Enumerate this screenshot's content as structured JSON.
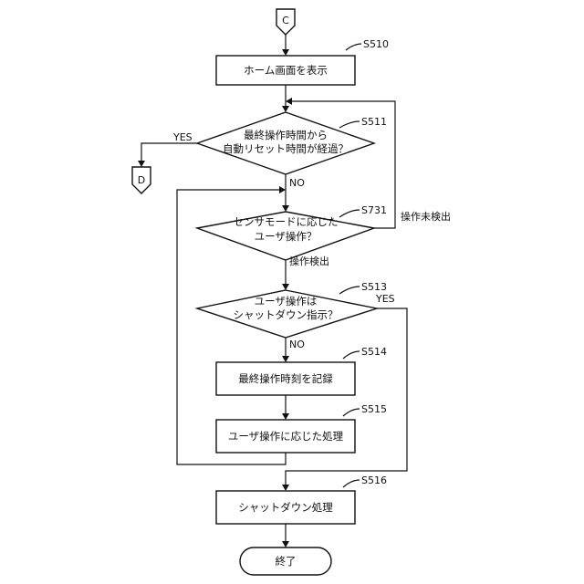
{
  "connectors": {
    "start": "C",
    "exit": "D"
  },
  "steps": {
    "s510": {
      "id": "S510",
      "text": "ホーム画面を表示"
    },
    "s511": {
      "id": "S511",
      "line1": "最終操作時間から",
      "line2": "自動リセット時間が経過？"
    },
    "s731": {
      "id": "S731",
      "line1": "センサモードに応じた",
      "line2": "ユーザ操作？"
    },
    "s513": {
      "id": "S513",
      "line1": "ユーザ操作は",
      "line2": "シャットダウン指示？"
    },
    "s514": {
      "id": "S514",
      "text": "最終操作時刻を記録"
    },
    "s515": {
      "id": "S515",
      "text": "ユーザ操作に応じた処理"
    },
    "s516": {
      "id": "S516",
      "text": "シャットダウン処理"
    },
    "end": {
      "text": "終了"
    }
  },
  "edge_labels": {
    "s511_yes": "YES",
    "s511_no": "NO",
    "s731_no_op": "操作未検出",
    "s731_op": "操作検出",
    "s513_yes": "YES",
    "s513_no": "NO"
  }
}
